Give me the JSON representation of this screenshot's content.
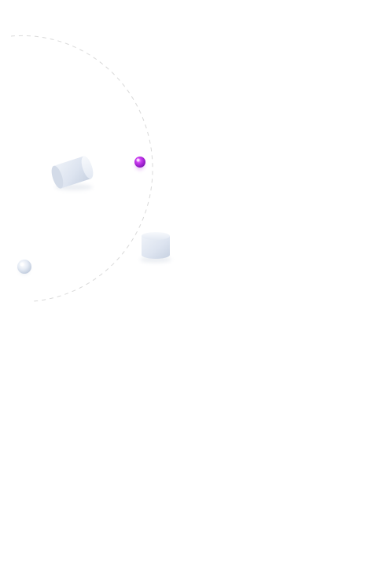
{
  "scene": {
    "accent_color": "#b31be8",
    "object_color": "#dfe6f1",
    "orbit_stroke_color": "#d6d6d6",
    "objects": [
      {
        "name": "cylinder-left"
      },
      {
        "name": "sphere-accent"
      },
      {
        "name": "cylinder-right"
      },
      {
        "name": "sphere-small"
      }
    ]
  }
}
